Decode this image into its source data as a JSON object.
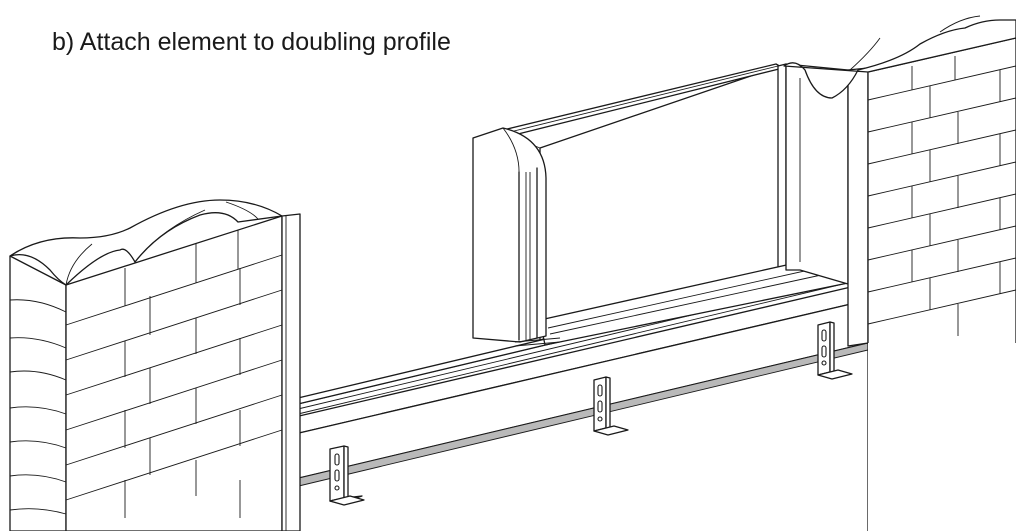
{
  "caption": "b) Attach element to doubling profile",
  "colors": {
    "line": "#1a1a1a",
    "background": "#ffffff",
    "seal_strip": "#b9b9b9"
  },
  "parts": {
    "left_pillar": "brick-pillar-left",
    "right_pillar": "brick-pillar-right",
    "barrier_element": "flood-barrier-element",
    "doubling_profile": "doubling-profile",
    "brackets": [
      "angle-bracket-1",
      "angle-bracket-2",
      "angle-bracket-3"
    ]
  }
}
